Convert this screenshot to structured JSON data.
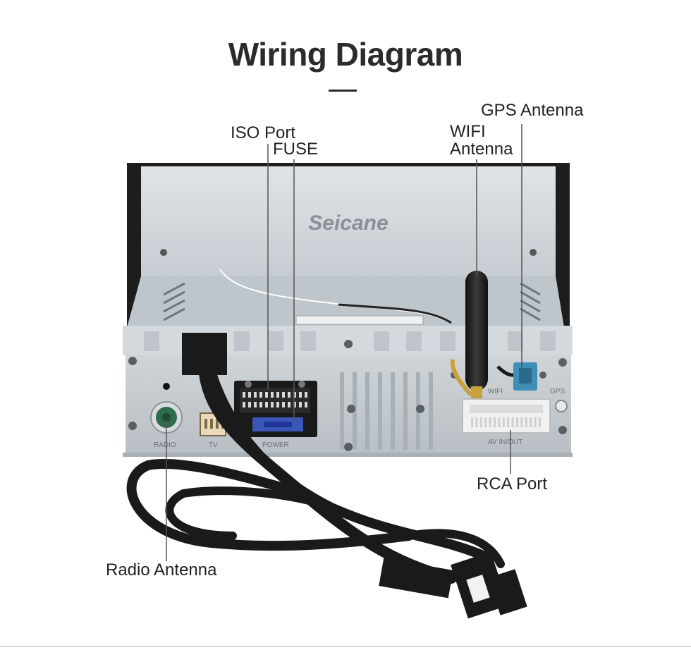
{
  "title": "Wiring Diagram",
  "brand": "Seicane",
  "labels": {
    "iso_port": "ISO Port",
    "fuse": "FUSE",
    "wifi_line1": "WIFI",
    "wifi_line2": "Antenna",
    "gps_antenna": "GPS Antenna",
    "rca_port": "RCA Port",
    "radio_antenna": "Radio Antenna"
  },
  "panel_marks": {
    "radio": "RADIO",
    "tv": "TV",
    "power": "POWER",
    "av_in_out": "AV IN/OUT",
    "wifi": "WIFI",
    "gps": "GPS"
  },
  "colors": {
    "title": "#2b2b2b",
    "label": "#222222",
    "chassis": "#c9cfd4",
    "chassis_dark": "#9aa2a9",
    "bezel": "#1d1d1d",
    "cable": "#1a1a1a",
    "connector_blue": "#3d8fb5",
    "fuse_blue": "#3a57b8",
    "radio_green": "#2f6b4d"
  }
}
